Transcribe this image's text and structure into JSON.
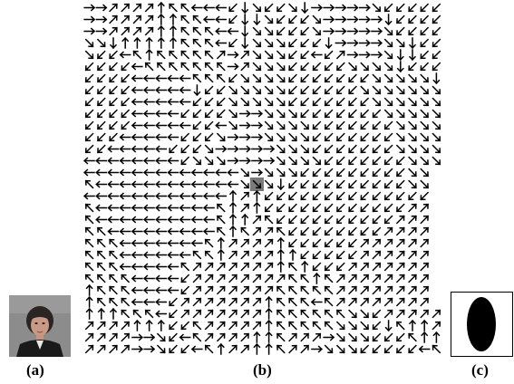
{
  "captions": {
    "a": "(a)",
    "b": "(b)",
    "c": "(c)"
  },
  "panel_b": {
    "rows": [
      "→→↗↗↗↗↑↖↖←←←↙↓↘↙↙↘↓→→→→→↘↙↙↙↙↙",
      "→→↗↗↗↗↑↑↖↖←←↙↓↓↘↙↙↙↘→→→→→↓↙↙↙↙",
      "→→↗↗↗↗↑↑↖↖↖←←↓↘↘↙↙↙↘→→→→→↘↙↙↙↙",
      "↘↘↓↑↑↑↑↑↖↖↖←↙↓↘↘↘↙↙↙↓→→→→↘↘↓↙↙",
      "↘↙↙←↖↑↖↖↖↖↖↗→↗↘↘↘↙↙←↙↗→→→↘↓↓↙↙",
      "↙↙↙↙←↖↖↖↖↖↖↖→↗↘↘↘↙↙↙↙↙↘↘↘↘↓↙↙↙",
      "↙↙↙↙←←←←←↖↖↖↙↘↘↘↘↙↙↙↙↙↙↙↘↘↘↘↘↓",
      "↙↙↙↙←←←←←↓↙↙↘↘↘↘↘↙↙↙↙↙↙↘↘↘↘↘↘↘",
      "↙↙↙↙←←←←←↙↙↙↘↘↘↘↘↙↙↙↙↙↙↙↘↘↘↘↘↘",
      "↙↙↙↙←←←←↙↙↙↙↘→→↘↘↘↙↙↙↙↙↙↙↘↘↘↘↘",
      "↙↙↙↙←←←←←↙↙←↘→→↘↘↘↘↙↙↙↙↙↙↙↘↘↘↘",
      "↙↙↙←←←←←↙↙↙↘→→→↘↘↘↘↙↙↙↙↙↙↙↘↘↘↘",
      "↙↙←←←←←↙↙↙↘→→→→→↘↘↘↙↙↙↙↙↙↙↘↘↘↘",
      "←←←←←←←←↙↘↘↘→→→→↘↘↘↘↙↙↙↙↙↙↙↘↘↘",
      "←←←←←←←←←←←←←↘→↘↘↘↙↙↙↙↙↙↙↙↙↘↘",
      "↖←←←←←←←←←←←←↘↘↘↓↙↙↙↙↙↙↙↙↙↙↘↘",
      "←←←←←←←←←←←←↑↗↑↙↙↙↙↙↙↙↙↙↙↙↙↙↙",
      "↖←←←←←←←←←←↖↑↗↑↙↙↙↙↙↙↙↙↙↙↙↙↗↗",
      "↖←←←←←←←←←←↖↑↑↗↖↙↙↙↙↙↙↙↙↙↙↗↗↗",
      "↖↖←←←←←←←←←↖↑↖↗↗↖↙↙↙↙↙↙↙↙↗↗↗↗",
      "↖↖↖←←←←←←←↖↑↗↗↗↗↑↙↙↙↙↙↙↗↗↗↗↗↗",
      "↖↖↖←←←←←←↖↖↑↗↗↗↗↑↑↙↙↙↙↙↗↗↗↗↗↗",
      "↖↖↖←←←←←↖↗↗↗↗↗↗↗↑↖↑↙↙↙↗↗↗↗↗↗↗",
      "↖↖↖↖←←←←↙↗↗↗↗↗↗↗↗↖↖↑↖↗↗↗↗↗↗↗↗",
      "↑↖↖↖←←←←↙↗↗↗↗↗↗↗↖↖↖↖↖↗↗↗↗↗↗↗↗",
      "↑↖↖↖←←←↙↗↗↗↗↗↗↗↑↖↖↖←↖↗↗↗↗↗↗↗↗",
      "↑↑↑↖↖↖←↙↗↗↗↗↗↗↗↑↖↖↖↖↖↖↘↘↙↗↗↗↗↗",
      "↗↗↗↗↑↑↑↙↙↖↗↗↗↗↗↑↖↖↖↖↖↘↘↘↙↓↖↑↑↗",
      "↗↗↗↗→→↘↙←↖↗↗↗↗↑↑↖↗↗↗→↘↘↘↙↙↙↖↑↑",
      "↗↗↗↗→→↘↙↙←↖↑↗↗↑↑↖↗↗→↘↘↘↙↙↙↙↙←↖"
    ],
    "highlight": {
      "row": 15,
      "col": 14
    }
  },
  "colors": {
    "arrow": "#000000",
    "highlight": "#7a7a7a",
    "mask_fill": "#000000",
    "photo_bg": "#8c8c8c"
  }
}
